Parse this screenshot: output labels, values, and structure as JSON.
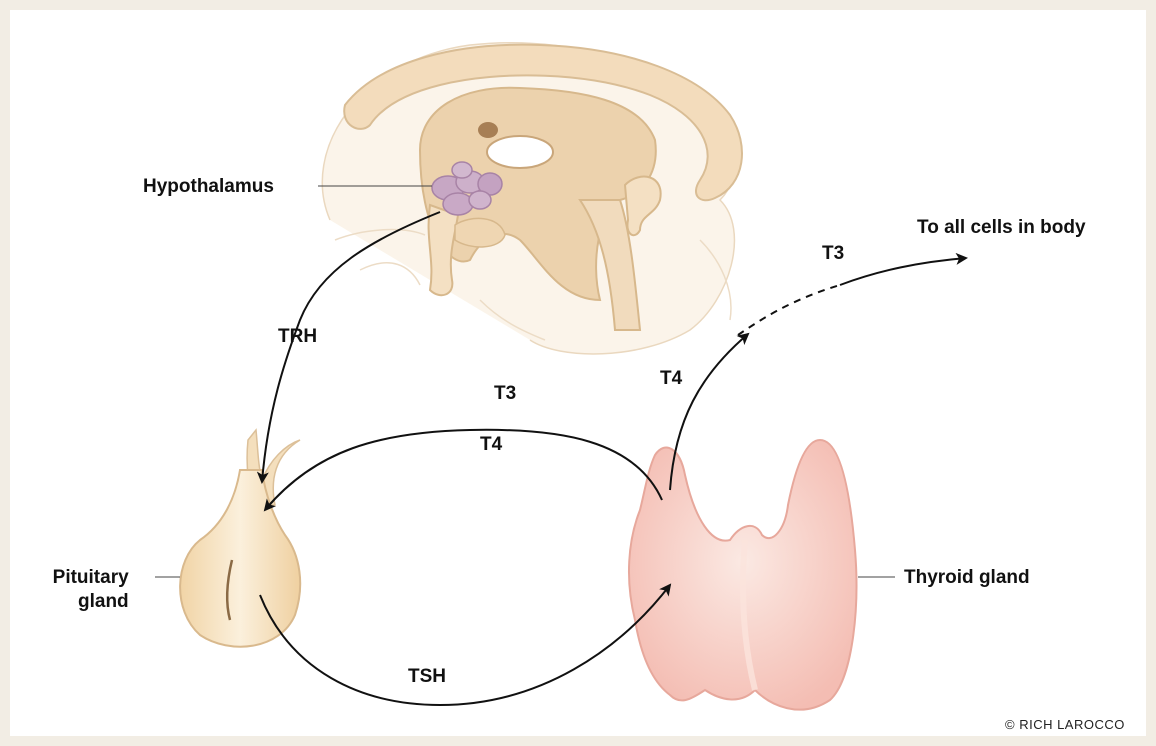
{
  "labels": {
    "hypothalamus": "Hypothalamus",
    "pituitary_line1": "Pituitary",
    "pituitary_line2": "gland",
    "thyroid": "Thyroid gland",
    "target": "To all cells in body",
    "trh": "TRH",
    "tsh": "TSH",
    "t3_loop": "T3",
    "t4_loop": "T4",
    "t4_out": "T4",
    "t3_out": "T3"
  },
  "credit": "© RICH LAROCCO",
  "colors": {
    "frame": "#f2ede4",
    "brain_fill": "#f7ebd9",
    "brain_stroke": "#e0c9a6",
    "hypothalamus_fill": "#c9aac6",
    "pituitary_fill": "#f6e2bf",
    "thyroid_fill": "#f6c9c2",
    "arrow": "#111111"
  }
}
